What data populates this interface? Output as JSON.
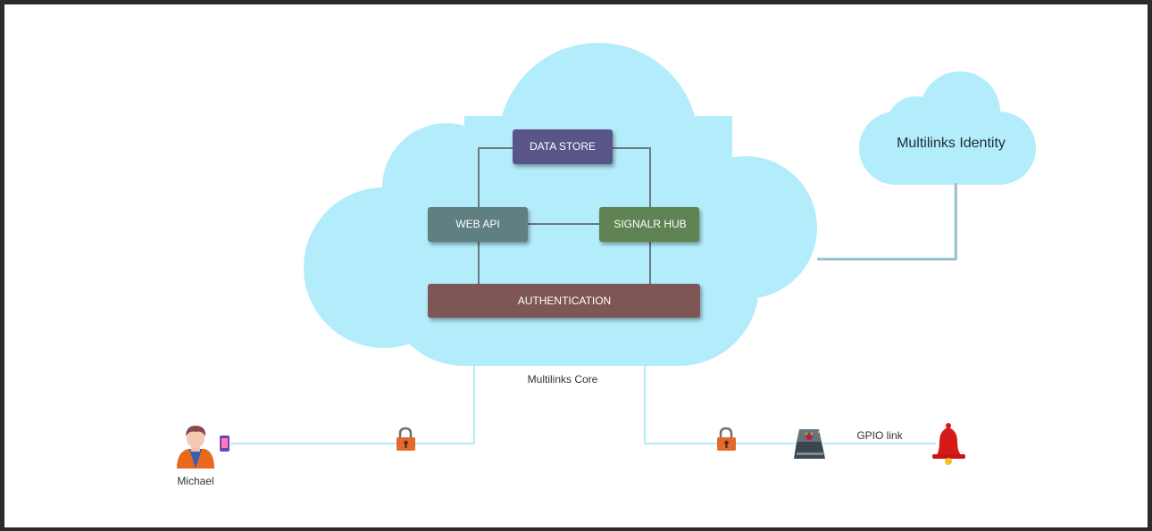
{
  "diagram": {
    "core_cloud_label": "Multilinks Core",
    "identity_cloud_label": "Multilinks Identity",
    "components": {
      "data_store": "DATA STORE",
      "web_api": "WEB API",
      "signalr_hub": "SIGNALR HUB",
      "authentication": "AUTHENTICATION"
    },
    "user_label": "Michael",
    "gpio_link_label": "GPIO link"
  },
  "colors": {
    "cloud_fill": "#b3ecfb",
    "data_store": "#5a5588",
    "web_api": "#5f7f81",
    "signalr_hub": "#5e8452",
    "authentication": "#7e5755",
    "connector": "#6b7a80",
    "link_line": "#b3ecfb",
    "lock": "#e4692c",
    "bell": "#d61919"
  },
  "icons": {
    "user": "person-icon",
    "phone": "phone-icon",
    "lock": "padlock-icon",
    "device": "raspberry-pi-icon",
    "alarm": "bell-icon"
  }
}
